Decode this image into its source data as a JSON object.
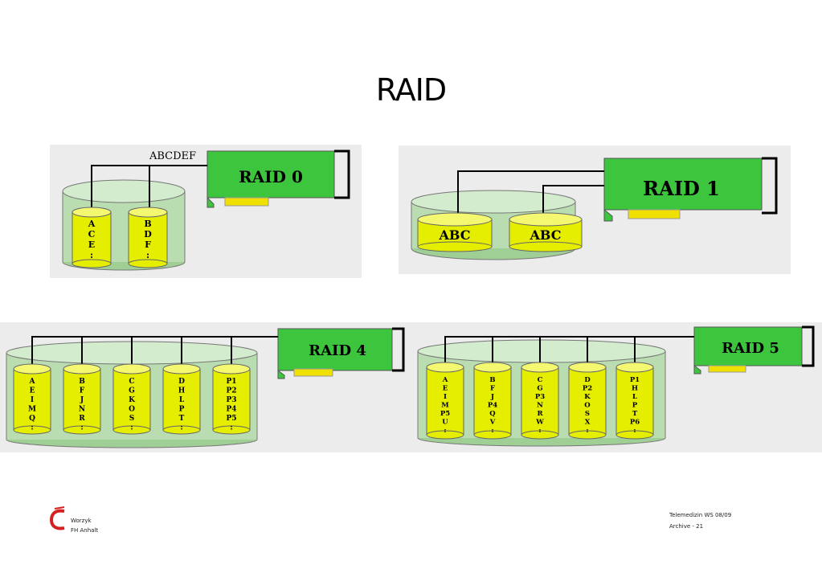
{
  "title": "RAID",
  "raid0": {
    "card_label": "RAID 0",
    "data_label": "ABCDEF",
    "disks": [
      [
        "A",
        "C",
        "E",
        ":"
      ],
      [
        "B",
        "D",
        "F",
        ":"
      ]
    ]
  },
  "raid1": {
    "card_label": "RAID 1",
    "disks": [
      "ABC",
      "ABC"
    ]
  },
  "raid4": {
    "card_label": "RAID 4",
    "disks": [
      [
        "A",
        "E",
        "I",
        "M",
        "Q",
        ":"
      ],
      [
        "B",
        "F",
        "J",
        "N",
        "R",
        ":"
      ],
      [
        "C",
        "G",
        "K",
        "O",
        "S",
        ":"
      ],
      [
        "D",
        "H",
        "L",
        "P",
        "T",
        ":"
      ],
      [
        "P1",
        "P2",
        "P3",
        "P4",
        "P5",
        ":"
      ]
    ]
  },
  "raid5": {
    "card_label": "RAID 5",
    "disks": [
      [
        "A",
        "E",
        "I",
        "M",
        "P5",
        "U",
        ":"
      ],
      [
        "B",
        "F",
        "J",
        "P4",
        "Q",
        "V",
        ":"
      ],
      [
        "C",
        "G",
        "P3",
        "N",
        "R",
        "W",
        ":"
      ],
      [
        "D",
        "P2",
        "K",
        "O",
        "S",
        "X",
        ":"
      ],
      [
        "P1",
        "H",
        "L",
        "P",
        "T",
        "P6",
        ":"
      ]
    ]
  },
  "footer": {
    "author": "Worzyk",
    "institution": "FH Anhalt",
    "course": "Telemedizin WS 08/09",
    "page": "Archive - 21"
  },
  "colors": {
    "panel_bg": "#ececec",
    "card_green": "#3ec53e",
    "disk_yellow": "#e6ee00",
    "disk_top": "#f4f870",
    "tray_green": "#b9dcb0",
    "logo_red": "#d42020"
  }
}
